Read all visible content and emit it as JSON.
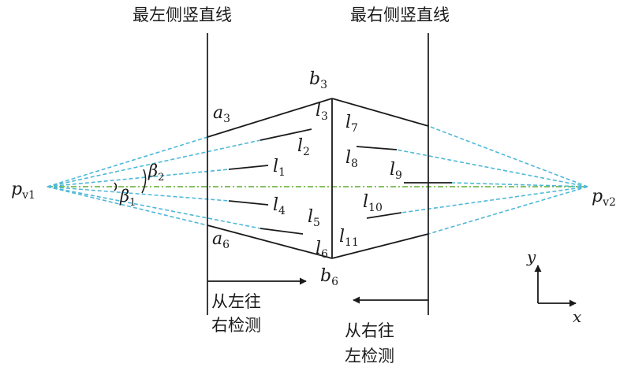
{
  "headings": {
    "left_line": "最左侧竖直线",
    "right_line": "最右侧竖直线"
  },
  "vanishing_points": {
    "left": {
      "base": "p",
      "sub": "v1"
    },
    "right": {
      "base": "p",
      "sub": "v2"
    }
  },
  "points": {
    "a3": {
      "base": "a",
      "sub": "3"
    },
    "a6": {
      "base": "a",
      "sub": "6"
    },
    "b3": {
      "base": "b",
      "sub": "3"
    },
    "b6": {
      "base": "b",
      "sub": "6"
    }
  },
  "segments": {
    "l1": {
      "base": "l",
      "sub": "1"
    },
    "l2": {
      "base": "l",
      "sub": "2"
    },
    "l3": {
      "base": "l",
      "sub": "3"
    },
    "l4": {
      "base": "l",
      "sub": "4"
    },
    "l5": {
      "base": "l",
      "sub": "5"
    },
    "l6": {
      "base": "l",
      "sub": "6"
    },
    "l7": {
      "base": "l",
      "sub": "7"
    },
    "l8": {
      "base": "l",
      "sub": "8"
    },
    "l9": {
      "base": "l",
      "sub": "9"
    },
    "l10": {
      "base": "l",
      "sub": "10"
    },
    "l11": {
      "base": "l",
      "sub": "11"
    }
  },
  "angles": {
    "beta1": {
      "base": "β",
      "sub": "1"
    },
    "beta2": {
      "base": "β",
      "sub": "2"
    }
  },
  "detection": {
    "left_to_right": [
      "从左往",
      "右检测"
    ],
    "right_to_left": [
      "从右往",
      "左检测"
    ]
  },
  "axes": {
    "x": "x",
    "y": "y"
  },
  "colors": {
    "line": "#1a1a1a",
    "projection_dashed": "#4fb8d8",
    "horizon": "#5fae2e"
  }
}
